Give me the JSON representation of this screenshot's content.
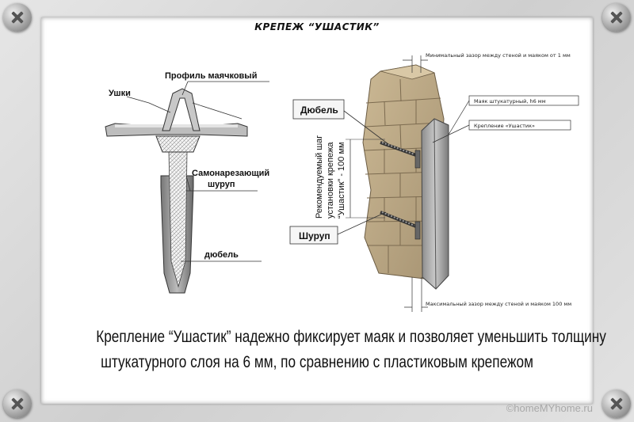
{
  "title": "КРЕПЕЖ “УШАСТИК”",
  "left_labels": {
    "profile": "Профиль маячковый",
    "ears": "Ушки",
    "screw_line1": "Самонарезающий",
    "screw_line2": "шуруп",
    "dowel": "дюбель"
  },
  "right_labels": {
    "min_gap": "Минимальный зазор между стеной и маяком от 1 мм",
    "beacon": "Маяк штукатурный, h6 мм",
    "fastener": "Крепление «Ушастик»",
    "max_gap": "Максимальный зазор между стеной и маяком 100 мм",
    "dowel_box": "Дюбель",
    "screw_box": "Шуруп",
    "step_line1": "Рекомендуемый шаг",
    "step_line2": "установки крепежа",
    "step_line3": "“Ушастик” - 100 мм"
  },
  "caption": {
    "line1": "Крепление “Ушастик” надежно фиксирует маяк и  позволяет уменьшить толщину",
    "line2": "штукатурного слоя на 6 мм, по сравнению с пластиковым крепежом"
  },
  "watermark": "©homeMYhome.ru"
}
